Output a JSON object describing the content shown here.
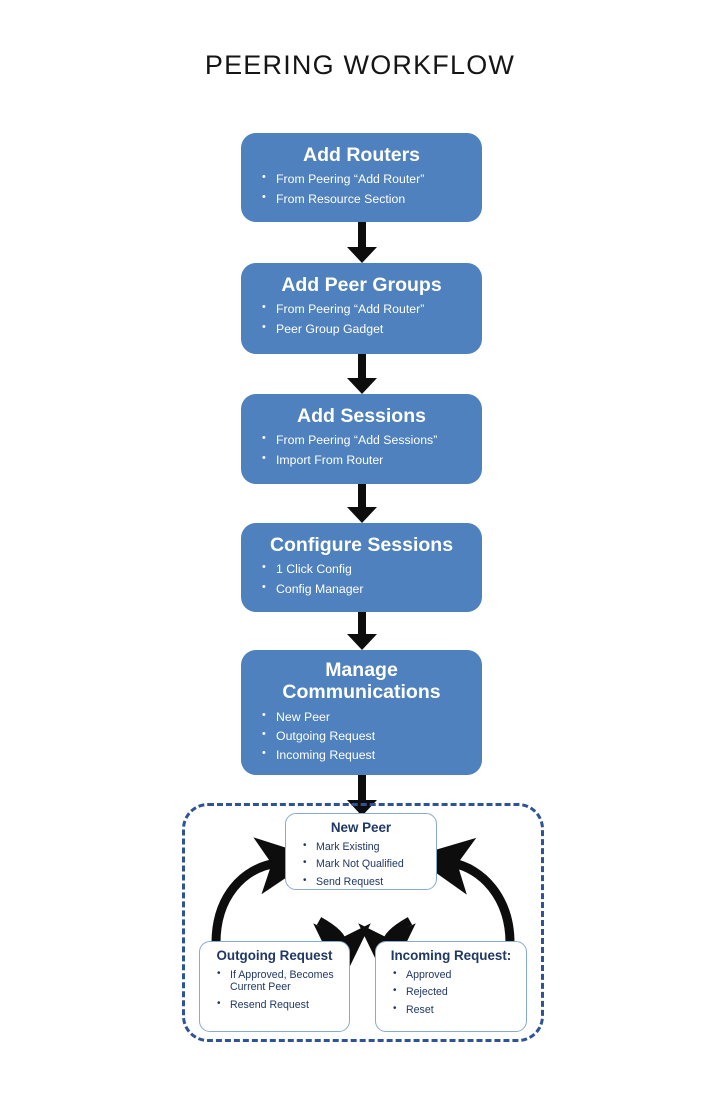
{
  "page": {
    "title": "PEERING WORKFLOW",
    "accent_blue": "#4E81BD",
    "dash_blue": "#2F5496",
    "subbox_border": "#88A9D0",
    "subbox_text": "#1F3864",
    "arrow_black": "#0D0D0D",
    "background": "#FFFFFF"
  },
  "steps": [
    {
      "title": "Add Routers",
      "bullets": [
        "From  Peering “Add Router”",
        "From Resource Section"
      ]
    },
    {
      "title": "Add Peer Groups",
      "bullets": [
        "From  Peering “Add Router”",
        "Peer Group Gadget"
      ]
    },
    {
      "title": "Add Sessions",
      "bullets": [
        "From  Peering “Add Sessions”",
        "Import  From Router"
      ]
    },
    {
      "title": "Configure Sessions",
      "bullets": [
        "1 Click Config",
        "Config Manager"
      ]
    },
    {
      "title_line1": "Manage",
      "title_line2": "Communications",
      "bullets": [
        "New Peer",
        "Outgoing Request",
        "Incoming Request"
      ]
    }
  ],
  "group": {
    "new_peer": {
      "title": "New Peer",
      "bullets": [
        "Mark Existing",
        "Mark Not Qualified",
        "Send Request"
      ]
    },
    "outgoing": {
      "title": "Outgoing Request",
      "bullets": [
        "If Approved, Becomes Current Peer",
        "Resend Request"
      ]
    },
    "incoming": {
      "title": "Incoming Request:",
      "bullets": [
        "Approved",
        "Rejected",
        "Reset"
      ]
    }
  }
}
